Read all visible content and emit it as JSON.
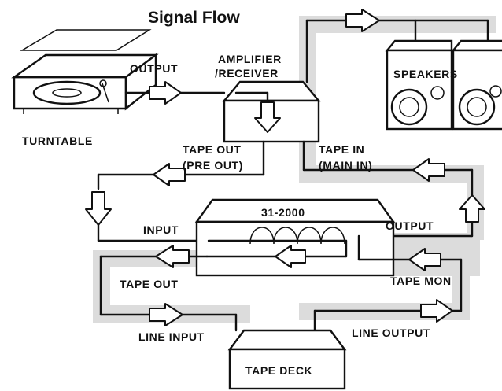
{
  "title": "Signal Flow",
  "components": {
    "turntable": "TURNTABLE",
    "amplifier_line1": "AMPLIFIER",
    "amplifier_line2": "/RECEIVER",
    "speakers": "SPEAKERS",
    "processor": "31-2000",
    "tape_deck": "TAPE DECK"
  },
  "connections": {
    "turntable_output": "OUTPUT",
    "tape_out_pre_line1": "TAPE OUT",
    "tape_out_pre_line2": "(PRE OUT)",
    "tape_in_main_line1": "TAPE IN",
    "tape_in_main_line2": "(MAIN IN)",
    "processor_input": "INPUT",
    "processor_output": "OUTPUT",
    "processor_tape_out": "TAPE OUT",
    "processor_tape_mon": "TAPE MON",
    "deck_line_input": "LINE INPUT",
    "deck_line_output": "LINE OUTPUT"
  }
}
